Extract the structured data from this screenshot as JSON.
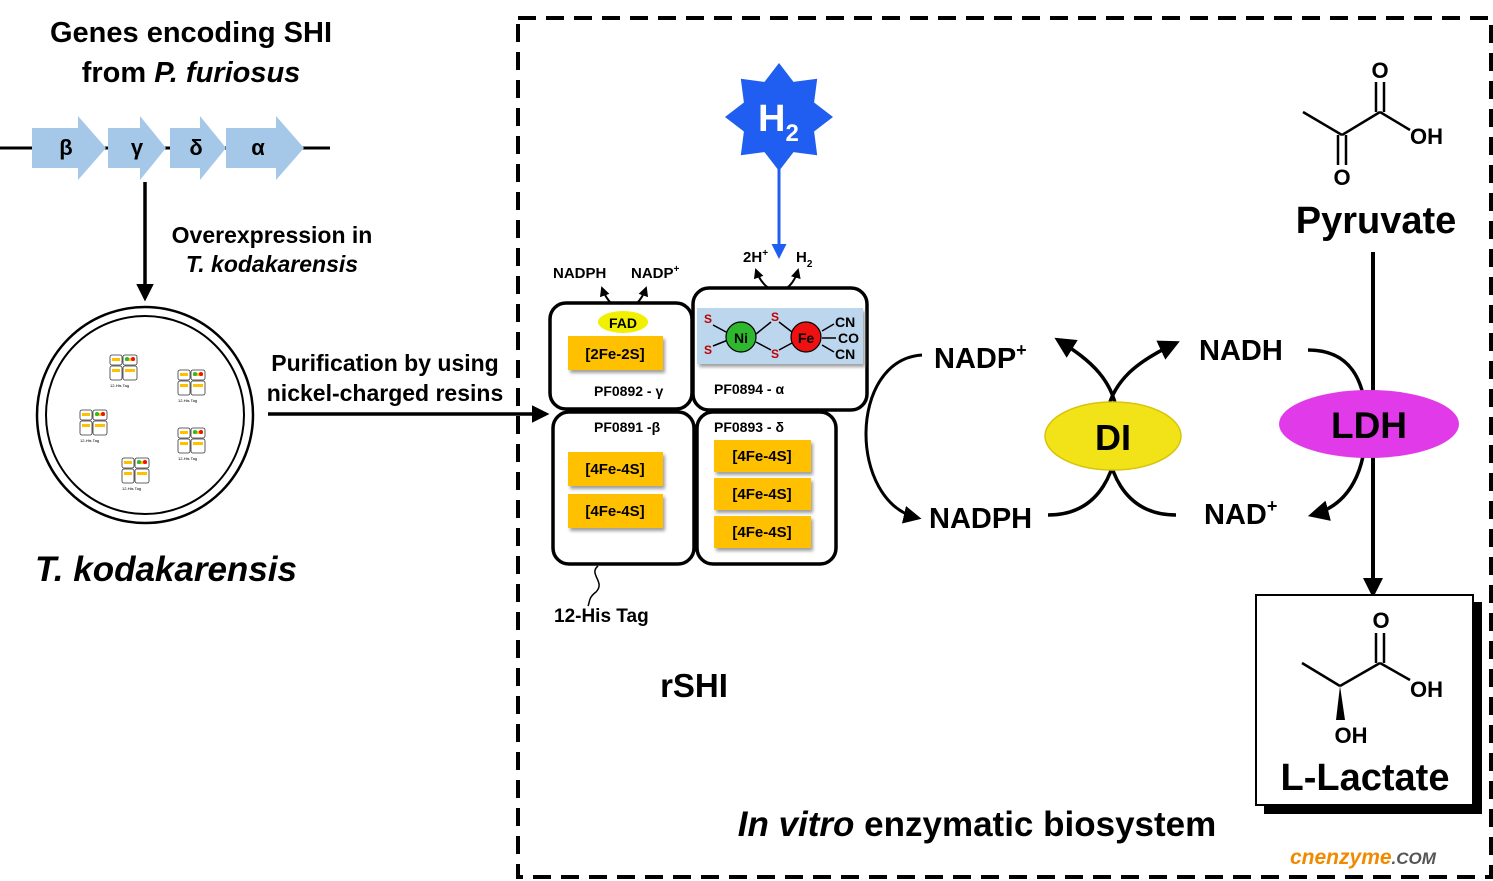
{
  "genes": {
    "title_line1": "Genes encoding SHI",
    "title_line2_prefix": "from ",
    "title_line2_italic": "P. furiosus",
    "arrows": [
      "β",
      "γ",
      "δ",
      "α"
    ]
  },
  "overexpression": {
    "line1": "Overexpression in",
    "line2": "T. kodakarensis"
  },
  "host": {
    "label": "T. kodakarensis",
    "mini_tag": "12-His Tag"
  },
  "purification": {
    "line1": "Purification by using",
    "line2": "nickel-charged resins"
  },
  "enzyme": {
    "nadph_top": "NADPH",
    "nadp_top": "NADP",
    "nadp_top_sup": "+",
    "h_plus": "2H",
    "h_plus_sup": "+",
    "h2_small": "H",
    "h2_small_sub": "2",
    "fad": "FAD",
    "fe2s2": "[2Fe-2S]",
    "gamma_label": "PF0892 - γ",
    "alpha_label": "PF0894 - α",
    "beta_label": "PF0891 -β",
    "delta_label": "PF0893 - δ",
    "fe4s4": "[4Fe-4S]",
    "his_tag": "12-His Tag",
    "name": "rSHI",
    "site": {
      "s": "S",
      "ni": "Ni",
      "fe": "Fe",
      "cn": "CN",
      "co": "CO"
    }
  },
  "h2_star": {
    "label": "H",
    "sub": "2",
    "color": "#1f5ef0"
  },
  "cycle": {
    "nadp_plus": "NADP",
    "nadp_plus_sup": "+",
    "nadph": "NADPH",
    "nadh": "NADH",
    "nad_plus": "NAD",
    "nad_plus_sup": "+",
    "di": "DI",
    "ldh": "LDH"
  },
  "pyruvate": {
    "label": "Pyruvate",
    "o": "O",
    "oh": "OH"
  },
  "lactate": {
    "label": "L-Lactate",
    "o": "O",
    "oh": "OH"
  },
  "system": {
    "italic": "In vitro",
    "rest": " enzymatic biosystem"
  },
  "watermark": {
    "main": "cnenzyme",
    "suffix": ".COM"
  },
  "colors": {
    "gene_arrow": "#a6c8e8",
    "cluster": "#ffc000",
    "fad": "#f0f000",
    "di": "#f2e318",
    "ldh": "#e13ae8",
    "ni": "#2eb82e",
    "fe": "#ee1111",
    "site_bg": "#bcd6ee",
    "watermark": "#f08a00"
  }
}
